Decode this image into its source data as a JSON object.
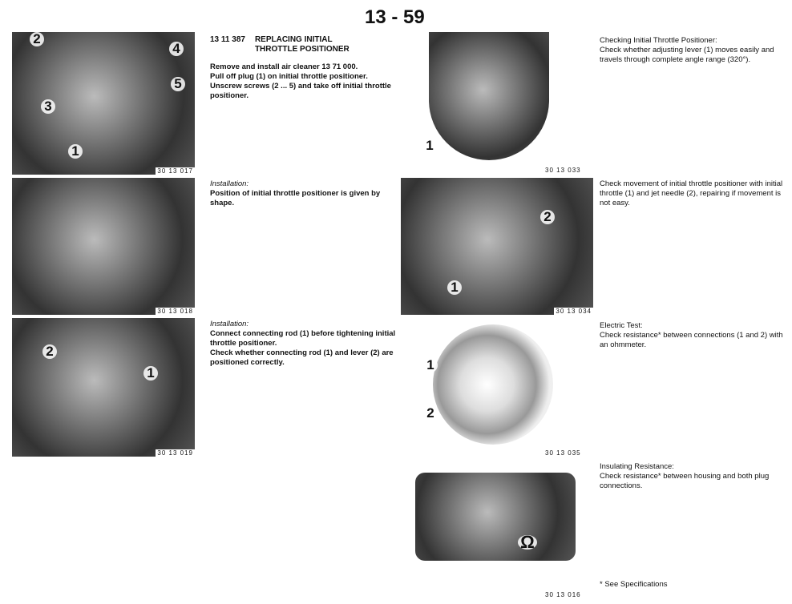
{
  "page_number": "13 - 59",
  "left": [
    {
      "caption": "30 13 017",
      "callouts": [
        "1",
        "2",
        "3",
        "4",
        "5"
      ],
      "code": "13 11 387",
      "heading": "REPLACING INITIAL THROTTLE POSITIONER",
      "lines": [
        "Remove and install air cleaner 13 71 000.",
        "Pull off plug (1) on initial throttle positioner.",
        "Unscrew screws (2 ... 5) and take off initial throttle positioner."
      ]
    },
    {
      "caption": "30 13 018",
      "label": "Installation:",
      "lines": [
        "Position of initial throttle positioner is given by shape."
      ]
    },
    {
      "caption": "30 13 019",
      "callouts": [
        "1",
        "2"
      ],
      "label": "Installation:",
      "lines": [
        "Connect connecting rod (1) before tightening initial throttle positioner.",
        "Check whether connecting rod (1) and lever (2) are positioned correctly."
      ]
    }
  ],
  "right": [
    {
      "caption": "30 13 033",
      "callouts": [
        "1"
      ],
      "label": "Checking Initial Throttle Positioner:",
      "lines": [
        "Check whether adjusting lever (1) moves easily and travels through complete angle range (320°)."
      ]
    },
    {
      "caption": "30 13 034",
      "callouts": [
        "1",
        "2"
      ],
      "lines": [
        "Check movement of initial throttle positioner with initial throttle (1) and jet needle (2), repairing if movement is not easy."
      ]
    },
    {
      "caption": "30 13 035",
      "callouts": [
        "1",
        "2"
      ],
      "label": "Electric Test:",
      "lines": [
        "Check resistance* between connections (1 and 2) with an ohmmeter."
      ]
    },
    {
      "caption": "30 13 016",
      "callouts": [
        "Ω"
      ],
      "label": "Insulating Resistance:",
      "lines": [
        "Check resistance* between housing and both plug connections."
      ]
    }
  ],
  "footnote": "* See Specifications"
}
